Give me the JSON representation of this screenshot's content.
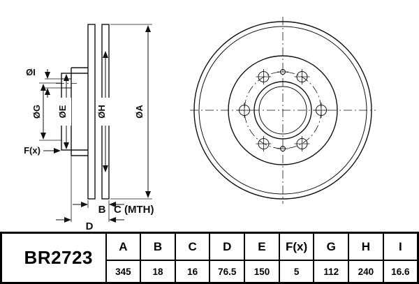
{
  "part": {
    "number": "BR2723"
  },
  "spec_table": {
    "columns": [
      "A",
      "B",
      "C",
      "D",
      "E",
      "F(x)",
      "G",
      "H",
      "I"
    ],
    "values": [
      "345",
      "18",
      "16",
      "76.5",
      "150",
      "5",
      "112",
      "240",
      "16.6"
    ]
  },
  "drawing": {
    "labels": {
      "dia_i": "ØI",
      "dia_g": "ØG",
      "dia_e": "ØE",
      "dia_h": "ØH",
      "dia_a": "ØA",
      "f": "F(x)",
      "b": "B",
      "c": "C (MTH)",
      "d": "D"
    }
  },
  "colors": {
    "line": "#111111",
    "table_border": "#000000",
    "background": "#ffffff"
  }
}
